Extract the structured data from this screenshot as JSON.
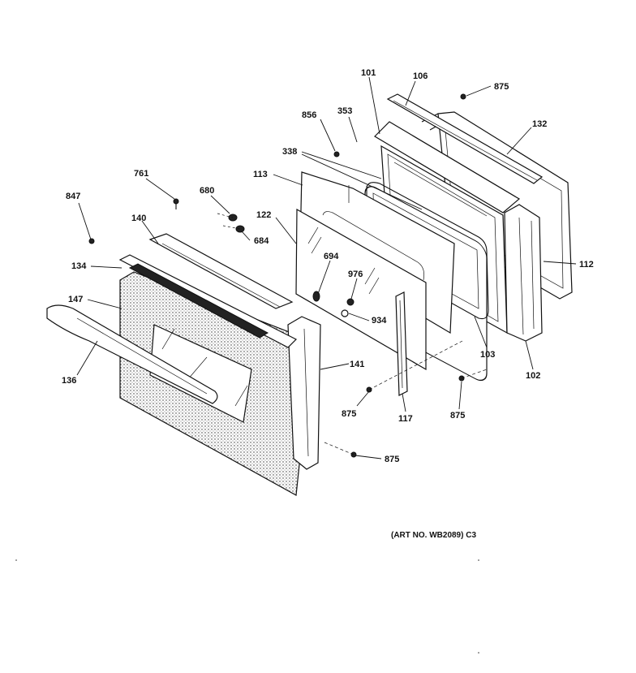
{
  "diagram": {
    "art_number": "(ART NO. WB2089) C3",
    "callouts": {
      "c101": "101",
      "c106": "106",
      "c875_top": "875",
      "c856": "856",
      "c353": "353",
      "c132": "132",
      "c338": "338",
      "c761": "761",
      "c113": "113",
      "c680": "680",
      "c847": "847",
      "c122": "122",
      "c140": "140",
      "c684": "684",
      "c112": "112",
      "c134": "134",
      "c694": "694",
      "c976": "976",
      "c147": "147",
      "c934": "934",
      "c103": "103",
      "c136": "136",
      "c102": "102",
      "c141": "141",
      "c875_left": "875",
      "c117": "117",
      "c875_right": "875",
      "c875_bottom": "875"
    }
  }
}
